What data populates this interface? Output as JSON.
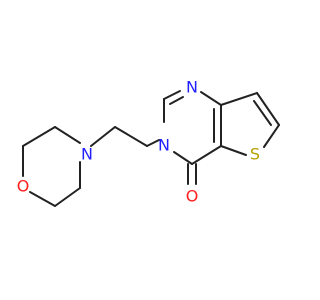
{
  "colors": {
    "background": "#ffffff",
    "bond": "#222222",
    "nitrogen": "#1f1fff",
    "oxygen": "#ff1f1f",
    "sulfur": "#b5a000"
  },
  "atoms": {
    "o_morpholine": "O",
    "n_morpholine": "N",
    "n3_pyrimidinone": "N",
    "n1_pyrimidine": "N",
    "s_thiophene": "S",
    "o_carbonyl": "O"
  }
}
